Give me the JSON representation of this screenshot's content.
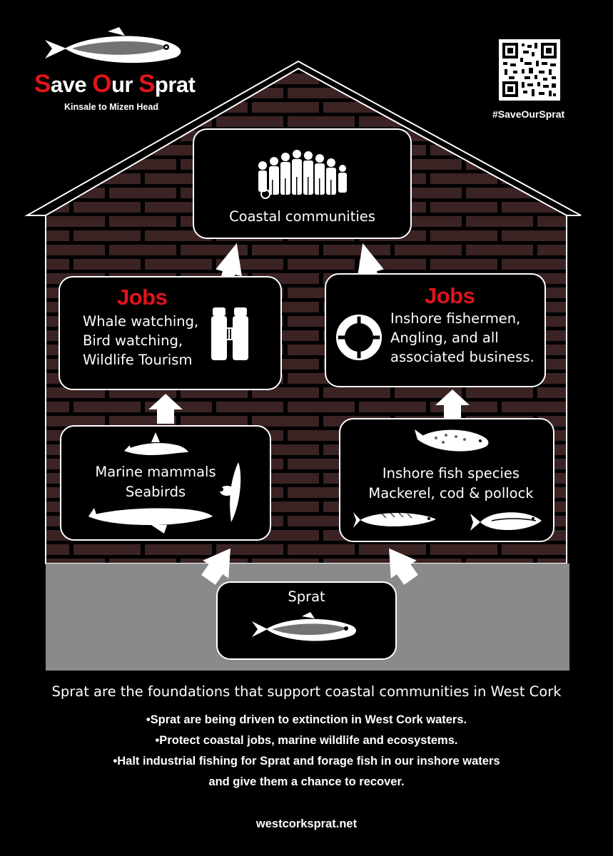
{
  "brand": {
    "title_s": "S",
    "title_ave": "ave ",
    "title_o": "O",
    "title_ur": "ur ",
    "title_s2": "S",
    "title_prat": "prat",
    "tagline": "Kinsale to Mizen Head"
  },
  "hashtag": "#SaveOurSprat",
  "boxes": {
    "coastal": {
      "label": "Coastal communities"
    },
    "jobs_left": {
      "title": "Jobs",
      "lines": [
        "Whale watching,",
        "Bird watching,",
        "Wildlife Tourism"
      ]
    },
    "jobs_right": {
      "title": "Jobs",
      "lines": [
        "Inshore fishermen,",
        "Angling, and all",
        "associated business."
      ]
    },
    "mammals": {
      "lines": [
        "Marine mammals",
        "Seabirds"
      ]
    },
    "fish": {
      "lines": [
        "Inshore fish species",
        "Mackerel, cod  & pollock"
      ]
    },
    "sprat": {
      "label": "Sprat"
    }
  },
  "headline": "Sprat are the foundations that support coastal communities in West Cork",
  "bullets": [
    "•Sprat are being driven to extinction in West Cork waters.",
    "•Protect coastal jobs, marine wildlife and ecosystems.",
    "•Halt industrial fishing  for Sprat and forage fish in our inshore waters",
    "and give them a chance to recover."
  ],
  "website": "westcorksprat.net",
  "colors": {
    "accent_red": "#e0141b",
    "brick": "#3b2323",
    "mortar": "#000000",
    "foundation": "#8a8a8a"
  },
  "icons": [
    "sprat-fish-icon",
    "qr-code-icon",
    "people-group-icon",
    "binoculars-icon",
    "lifebuoy-icon",
    "dolphin-icon",
    "whale-icon",
    "puffin-icon",
    "cod-fish-icon",
    "mackerel-icon",
    "pollock-icon",
    "arrow-up-icon"
  ]
}
